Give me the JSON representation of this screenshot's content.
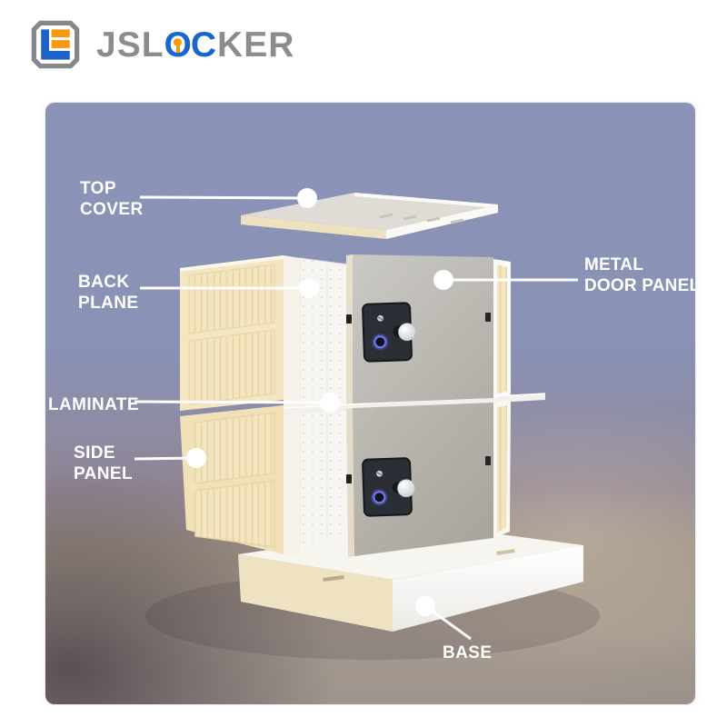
{
  "logo": {
    "text_left": "JSL",
    "text_mid": "OC",
    "text_right": "KER",
    "colors": {
      "gray": "#8a8d90",
      "blue": "#1a66cc",
      "orange": "#f59a0e"
    }
  },
  "scene": {
    "background_top": "#8b94b8",
    "background_bottom_left": "#4f4452",
    "background_bottom_right": "#a0958c",
    "label_color": "#ffffff",
    "panel_cream": "#f3e5c0",
    "door_gray": "#b9b6af",
    "lock_plate": "#2b2e35",
    "lock_ring_blue": "#6b74f2",
    "base_white": "#f7f5f0"
  },
  "callouts": [
    {
      "id": "top-cover",
      "lines": [
        "TOP",
        "COVER"
      ]
    },
    {
      "id": "back-plane",
      "lines": [
        "BACK",
        "PLANE"
      ]
    },
    {
      "id": "metal-door-panel",
      "lines": [
        "METAL",
        "DOOR PANEL"
      ]
    },
    {
      "id": "laminate",
      "lines": [
        "LAMINATE"
      ]
    },
    {
      "id": "side-panel",
      "lines": [
        "SIDE",
        "PANEL"
      ]
    },
    {
      "id": "base",
      "lines": [
        "BASE"
      ]
    }
  ]
}
